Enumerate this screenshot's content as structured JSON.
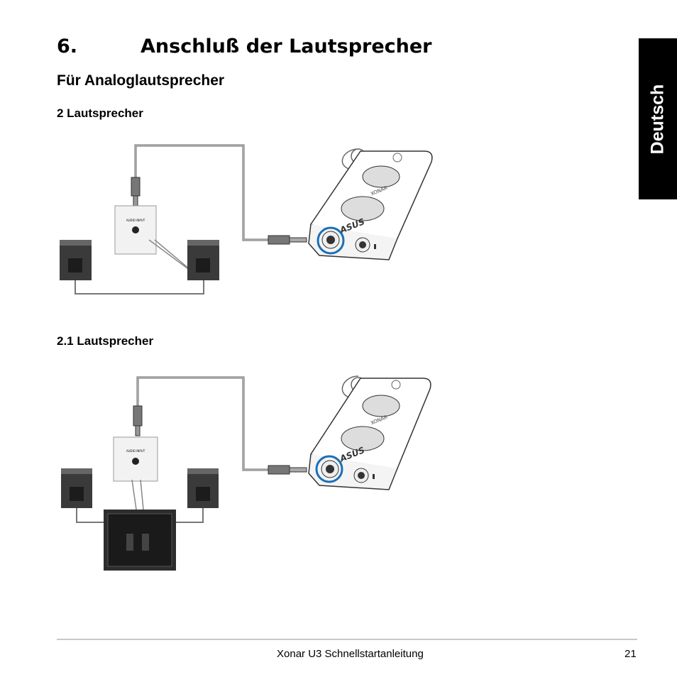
{
  "section": {
    "number": "6.",
    "title": "Anschluß der Lautsprecher"
  },
  "subheading": "Für Analoglautsprecher",
  "side_tab": "Deutsch",
  "diagrams": [
    {
      "label": "2 Lautsprecher",
      "device_logo": "ASUS",
      "device_brand": "XONAR",
      "jack_label": "AUDIO INPUT"
    },
    {
      "label": "2.1 Lautsprecher",
      "device_logo": "ASUS",
      "device_brand": "XONAR",
      "jack_label": "AUDIO INPUT"
    }
  ],
  "colors": {
    "highlight": "#1a6fb8",
    "tab_bg": "#000000",
    "rule": "#c8c8c8"
  },
  "footer": {
    "title": "Xonar U3 Schnellstartanleitung",
    "page": "21"
  }
}
